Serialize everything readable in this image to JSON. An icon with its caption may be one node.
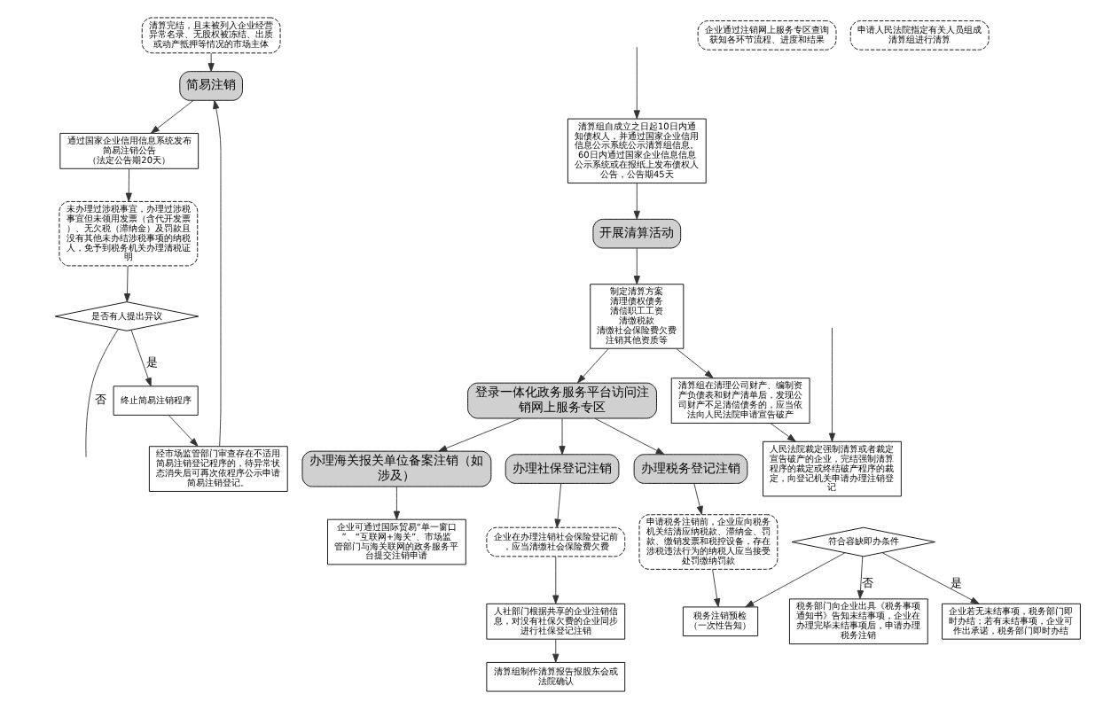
{
  "diagram": {
    "nodes": [
      {
        "text": [
          "清算完结，且未被列入企业经营异常名录、无股权被冻结、出质或动产抵押等情况的市场主体"
        ]
      },
      {
        "text": [
          "简易注销"
        ]
      },
      {
        "text": [
          "通过国家企业信用信息系统发布简易注销公告",
          "（法定公告期20天）"
        ]
      },
      {
        "text": [
          "未办理过涉税事宜，办理过涉税事宜但未领用发票（含代开发票）、无欠税（滞纳金）及罚款且没有其他未办结涉税事项的纳税人，免予到税务机关办理清税证明"
        ]
      },
      {
        "text": [
          "是否有人提出异议"
        ]
      },
      {
        "text": [
          "终止简易注销程序"
        ]
      },
      {
        "text": [
          "经市场监管部门审查存在不适用简易注销登记程序的，待异常状态消失后可再次依程序公示申请简易注销登记。"
        ]
      },
      {
        "text": [
          "清算组自成立之日起10日内通知债权人，并通过国家企业信用信息公示系统公示清算组信息。60日内通过国家企业信息信息公示系统或在报纸上发布债权人公告，公告期45天"
        ]
      },
      {
        "text": [
          "开展清算活动"
        ]
      },
      {
        "text": [
          "制定清算方案",
          "清理债权债务",
          "清偿职工工资",
          "清缴税款",
          "清缴社会保险费欠费",
          "注销其他资质等"
        ]
      },
      {
        "text": [
          "登录一体化政务服务平台访问注销网上服务专区"
        ]
      },
      {
        "text": [
          "办理海关报关单位备案注销（如涉及）"
        ]
      },
      {
        "text": [
          "企业可通过国际贸易“单一窗口”、“互联网+海关”、市场监管部门与海关联网的政务服务平台提交注销申请"
        ]
      },
      {
        "text": [
          "办理社保登记注销"
        ]
      },
      {
        "text": [
          "企业在办理注销社会保险登记前，应当清缴社会保险费欠费"
        ]
      },
      {
        "text": [
          "人社部门根据共享的企业注销信息，对没有社保欠费的企业同步进行社保登记注销"
        ]
      },
      {
        "text": [
          "清算组制作清算报告报股东会或法院确认"
        ]
      },
      {
        "text": [
          "办理税务登记注销"
        ]
      },
      {
        "text": [
          "申请税务注销前，企业应向税务机关结清应纳税款、滞纳金、罚款、缴销发票和税控设备，存在涉税违法行为的纳税人应当接受处罚缴纳罚款"
        ]
      },
      {
        "text": [
          "税务注销预检",
          "（一次性告知）"
        ]
      },
      {
        "text": [
          "符合容缺即办条件"
        ]
      },
      {
        "text": [
          "税务部门向企业出具《税务事项通知书》告知未结事项，企业在办理完毕未结事项后，申请办理税务注销"
        ]
      },
      {
        "text": [
          "企业若无未结事项，税务部门即时办结；若有未结事项，企业可作出承诺，税务部门即时办结"
        ]
      },
      {
        "text": [
          "企业通过注销网上服务专区查询获知各环节流程、进度和结果"
        ]
      },
      {
        "text": [
          "清算组在清理公司财产、编制资产负债表和财产清单后，发现公司财产不足清偿债务的，应当依法向人民法院申请宣告破产"
        ]
      },
      {
        "text": [
          "人民法院裁定强制清算或者裁定宣告破产的企业，完结强制清算程序的裁定或终结破产程序的裁定，向登记机关申请办理注销登记"
        ]
      },
      {
        "text": [
          "申请人民法院指定有关人员组成清算组进行清算"
        ]
      }
    ],
    "edges": [
      {
        "from": 0,
        "to": 1,
        "arrow": "to"
      },
      {
        "from": 1,
        "to": 2,
        "arrow": "to"
      },
      {
        "from": 2,
        "to": 3,
        "arrow": "to"
      },
      {
        "from": 3,
        "to": 4,
        "arrow": "to"
      },
      {
        "from": 4,
        "to": 5,
        "arrow": "to",
        "label": "是"
      },
      {
        "from": 5,
        "to": 6,
        "arrow": "to"
      },
      {
        "from": 6,
        "to": 1,
        "arrow": "to"
      },
      {
        "from": 4,
        "to": null,
        "arrow": "none",
        "label": "否"
      },
      {
        "from": null,
        "to": 7,
        "arrow": "to"
      },
      {
        "from": 7,
        "to": 8,
        "arrow": "to"
      },
      {
        "from": 8,
        "to": 9,
        "arrow": "to"
      },
      {
        "from": 9,
        "to": 24,
        "arrow": "to"
      },
      {
        "from": 9,
        "to": 10,
        "arrow": "to"
      },
      {
        "from": 10,
        "to": 11,
        "arrow": "to"
      },
      {
        "from": 10,
        "to": 13,
        "arrow": "to"
      },
      {
        "from": 10,
        "to": 17,
        "arrow": "to"
      },
      {
        "from": 11,
        "to": 12,
        "arrow": "to"
      },
      {
        "from": 13,
        "to": 14,
        "arrow": "to"
      },
      {
        "from": 14,
        "to": 15,
        "arrow": "to"
      },
      {
        "from": 15,
        "to": 16,
        "arrow": "to"
      },
      {
        "from": 17,
        "to": 18,
        "arrow": "to"
      },
      {
        "from": 18,
        "to": 19,
        "arrow": "to"
      },
      {
        "from": 20,
        "to": 19,
        "arrow": "to"
      },
      {
        "from": 20,
        "to": 21,
        "arrow": "to",
        "label": "否"
      },
      {
        "from": 20,
        "to": 22,
        "arrow": "to",
        "label": "是"
      },
      {
        "from": 24,
        "to": 25,
        "arrow": "to"
      },
      {
        "from": null,
        "to": 25,
        "arrow": "to"
      }
    ]
  }
}
